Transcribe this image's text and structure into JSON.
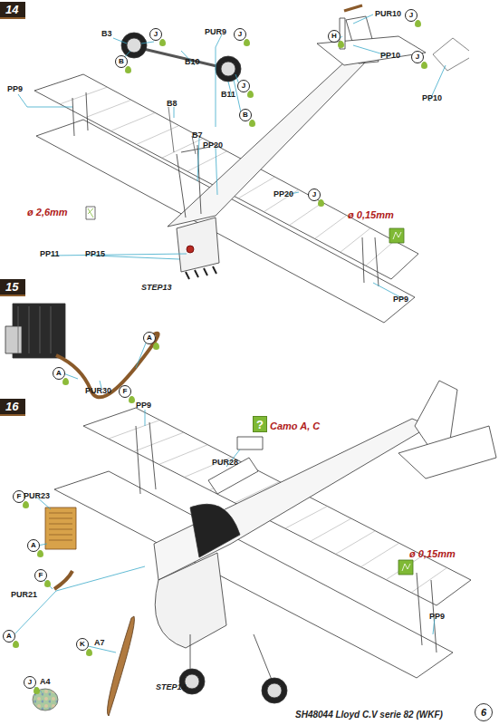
{
  "diagram": {
    "nodes": [
      {
        "text": [
          "14"
        ]
      },
      {
        "text": [
          "J"
        ]
      },
      {
        "text": [
          "B"
        ]
      },
      {
        "text": [
          "J"
        ]
      },
      {
        "text": [
          "J"
        ]
      },
      {
        "text": [
          "B"
        ]
      },
      {
        "text": [
          "J"
        ]
      },
      {
        "text": [
          "H"
        ]
      },
      {
        "text": [
          "J"
        ]
      },
      {
        "text": [
          "J"
        ]
      },
      {
        "text": [
          "15"
        ]
      },
      {
        "text": [
          "A"
        ]
      },
      {
        "text": [
          "A"
        ]
      },
      {
        "text": [
          "F"
        ]
      },
      {
        "text": [
          "16"
        ]
      },
      {
        "text": [
          "?"
        ]
      },
      {
        "text": [
          "F"
        ]
      },
      {
        "text": [
          "A"
        ]
      },
      {
        "text": [
          "F"
        ]
      },
      {
        "text": [
          "A"
        ]
      },
      {
        "text": [
          "K"
        ]
      },
      {
        "text": [
          "J"
        ]
      },
      {
        "text": [
          "6"
        ]
      }
    ],
    "labels": [
      "B3",
      "PUR9",
      "B10",
      "B11",
      "B8",
      "B7",
      "PP20",
      "PP20",
      "PP9",
      "ø 2,6mm",
      "PP11",
      "PP15",
      "STEP13",
      "PUR10",
      "PP10",
      "PP10",
      "ø 0,15mm",
      "PP9",
      "PUR30",
      "PP9",
      "PUR28",
      "Camo A, C",
      "PUR23",
      "PUR21",
      "A7",
      "A4",
      "STEP14",
      "ø 0,15mm",
      "PP9",
      "SH48044 Lloyd C.V serie 82 (WKF)"
    ]
  }
}
